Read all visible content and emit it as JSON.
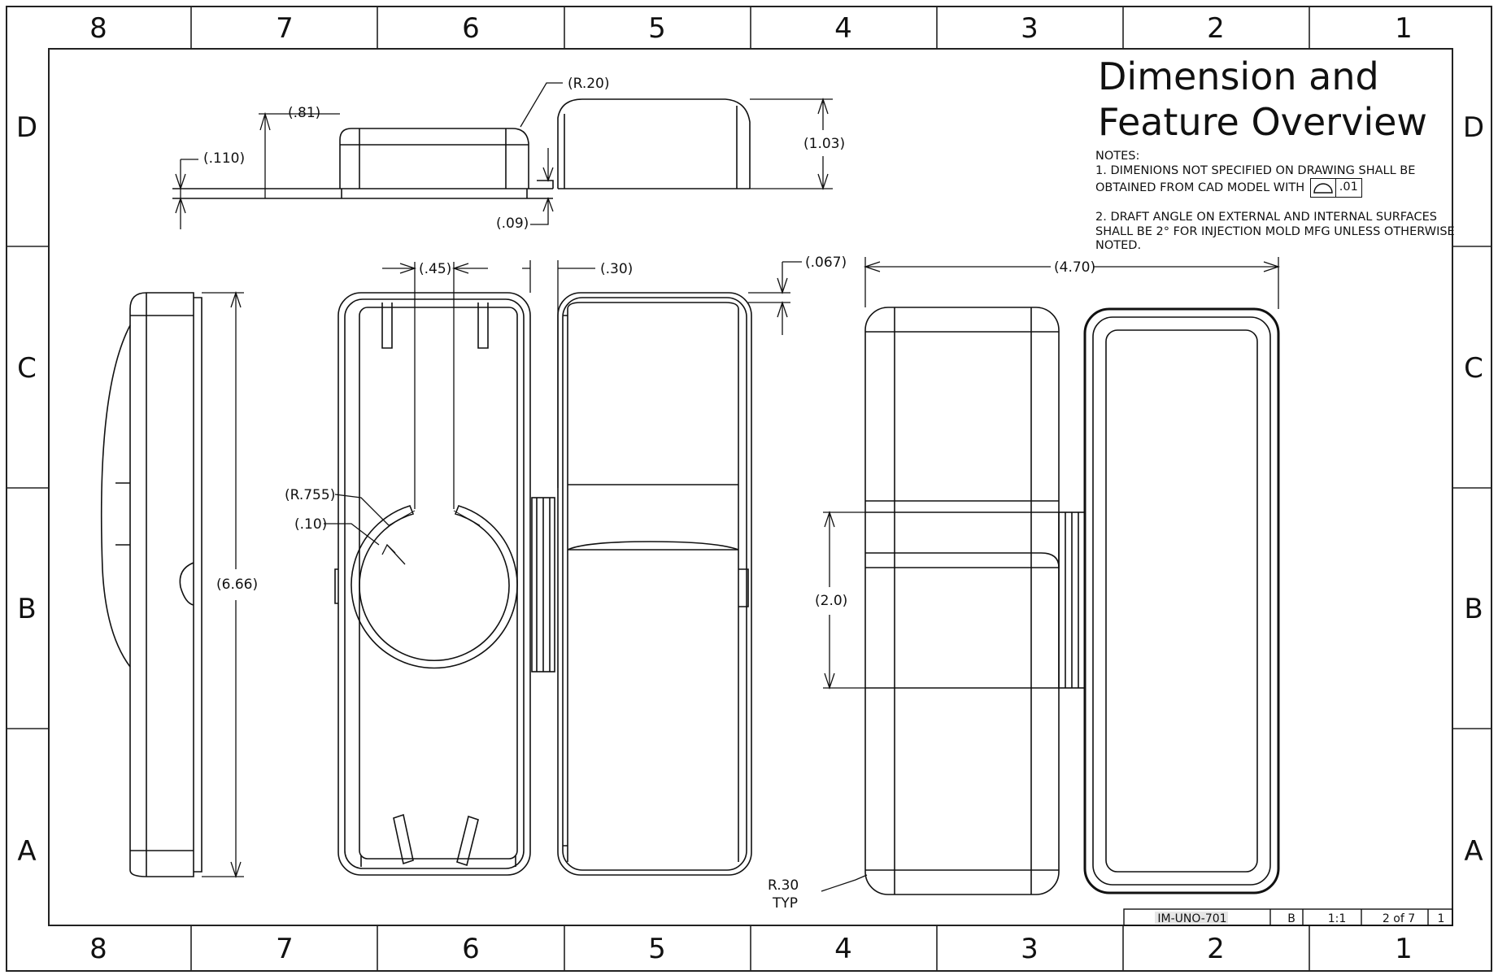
{
  "title_lines": [
    "Dimension and",
    "Feature Overview"
  ],
  "notes": {
    "header": "NOTES:",
    "note1_text": "1. DIMENIONS NOT SPECIFIED ON DRAWING SHALL BE OBTAINED FROM CAD MODEL WITH",
    "note1_tolerance_symbol": "profile-of-surface-icon",
    "note1_tolerance_value": ".01",
    "note2_text": "2. DRAFT ANGLE ON EXTERNAL AND INTERNAL SURFACES SHALL BE 2° FOR INJECTION MOLD MFG UNLESS OTHERWISE NOTED."
  },
  "grid": {
    "columns": [
      "8",
      "7",
      "6",
      "5",
      "4",
      "3",
      "2",
      "1"
    ],
    "rows": [
      "D",
      "C",
      "B",
      "A"
    ]
  },
  "dimensions": {
    "r20": "(R.20)",
    "d81": "(.81)",
    "d110": "(.110)",
    "d103": "(1.03)",
    "d09": "(.09)",
    "d45": "(.45)",
    "d30": "(.30)",
    "d067": "(.067)",
    "d470": "(4.70)",
    "d666": "(6.66)",
    "r755": "(R.755)",
    "d10": "(.10)",
    "d20": "(2.0)",
    "r30_line1": "R.30",
    "r30_line2": "TYP"
  },
  "title_block": {
    "part_number": "IM-UNO-701",
    "size": "B",
    "scale": "1:1",
    "sheet": "2 of 7",
    "revision": "1"
  },
  "colors": {
    "line": "#111111",
    "border": "#222222",
    "paper": "#ffffff"
  }
}
